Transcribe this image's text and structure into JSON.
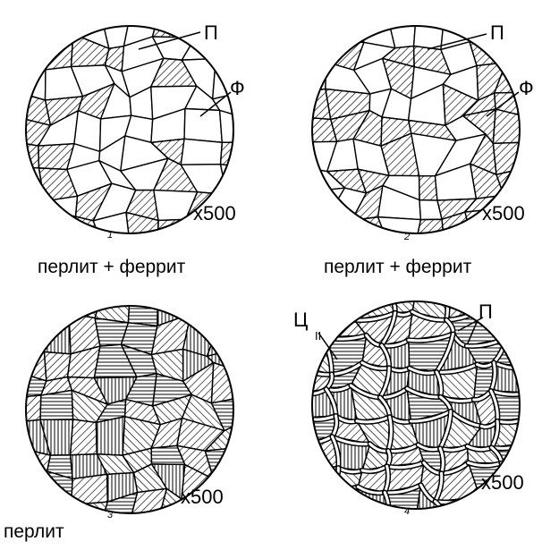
{
  "panels": [
    {
      "number": "1",
      "magnification": "x500",
      "caption": "перлит + феррит",
      "labels": [
        {
          "text": "П"
        },
        {
          "text": "Ф"
        }
      ]
    },
    {
      "number": "2",
      "magnification": "x500",
      "caption": "перлит + феррит",
      "labels": [
        {
          "text": "П"
        },
        {
          "text": "Ф"
        }
      ]
    },
    {
      "number": "3",
      "magnification": "x500",
      "caption": "перлит",
      "labels": []
    },
    {
      "number": "4",
      "magnification": "x500",
      "caption": "",
      "labels": [
        {
          "text": "Ц",
          "sub": "II"
        },
        {
          "text": "П"
        }
      ]
    }
  ],
  "colors": {
    "ink": "#000000",
    "paper": "#ffffff",
    "cementite": "#ffffff"
  }
}
